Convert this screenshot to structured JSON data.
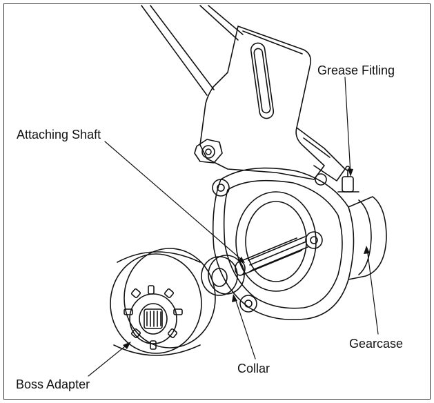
{
  "labels": {
    "grease_fitting": "Grease Fitling",
    "attaching_shaft": "Attaching Shaft",
    "gearcase": "Gearcase",
    "collar": "Collar",
    "boss_adapter": "Boss Adapter"
  },
  "colors": {
    "line": "#111111",
    "frame": "#333333",
    "background": "#ffffff"
  }
}
